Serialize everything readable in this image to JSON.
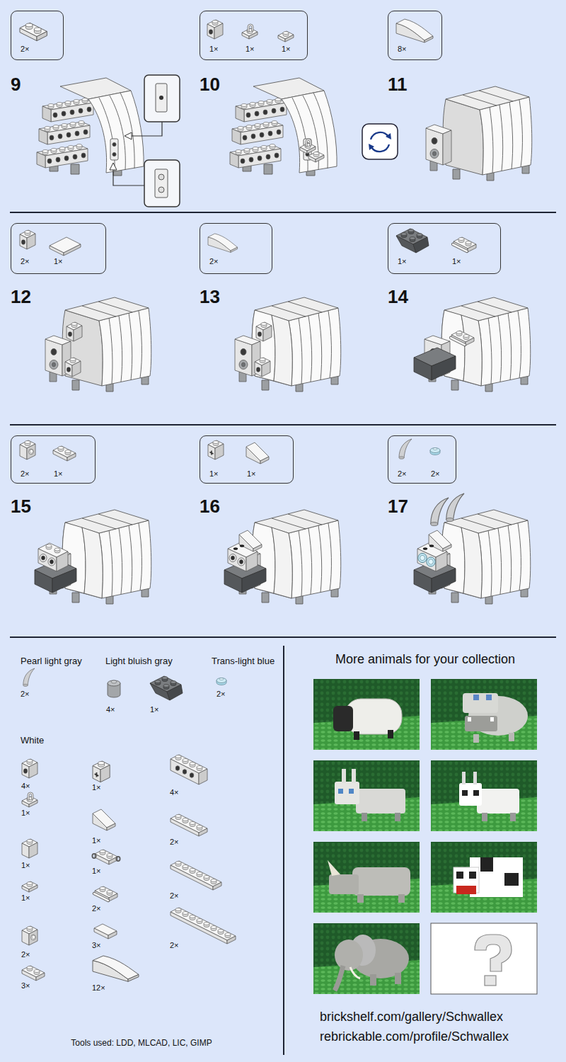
{
  "diagram": {
    "nodes": [
      {
        "text": [
          "2×"
        ]
      },
      {
        "text": [
          "1×",
          "1×",
          "1×"
        ]
      },
      {
        "text": [
          "8×"
        ]
      },
      {
        "text": [
          "2×",
          "1×"
        ]
      },
      {
        "text": [
          "2×"
        ]
      },
      {
        "text": [
          "1×",
          "1×"
        ]
      },
      {
        "text": [
          "2×",
          "1×"
        ]
      },
      {
        "text": [
          "1×",
          "1×"
        ]
      },
      {
        "text": [
          "2×",
          "2×"
        ]
      }
    ],
    "labels": [
      "9",
      "10",
      "11",
      "12",
      "13",
      "14",
      "15",
      "16",
      "17",
      "Pearl light gray",
      "Light bluish gray",
      "Trans-light blue",
      "2×",
      "4×",
      "1×",
      "2×",
      "White",
      "4×",
      "1×",
      "1×",
      "1×",
      "2×",
      "3×",
      "1×",
      "1×",
      "1×",
      "2×",
      "3×",
      "12×",
      "4×",
      "2×",
      "2×",
      "2×",
      "Tools used: LDD, MLCAD, LIC, GIMP",
      "More animals for your collection",
      "brickshelf.com/gallery/Schwallex",
      "rebrickable.com/profile/Schwallex"
    ]
  }
}
